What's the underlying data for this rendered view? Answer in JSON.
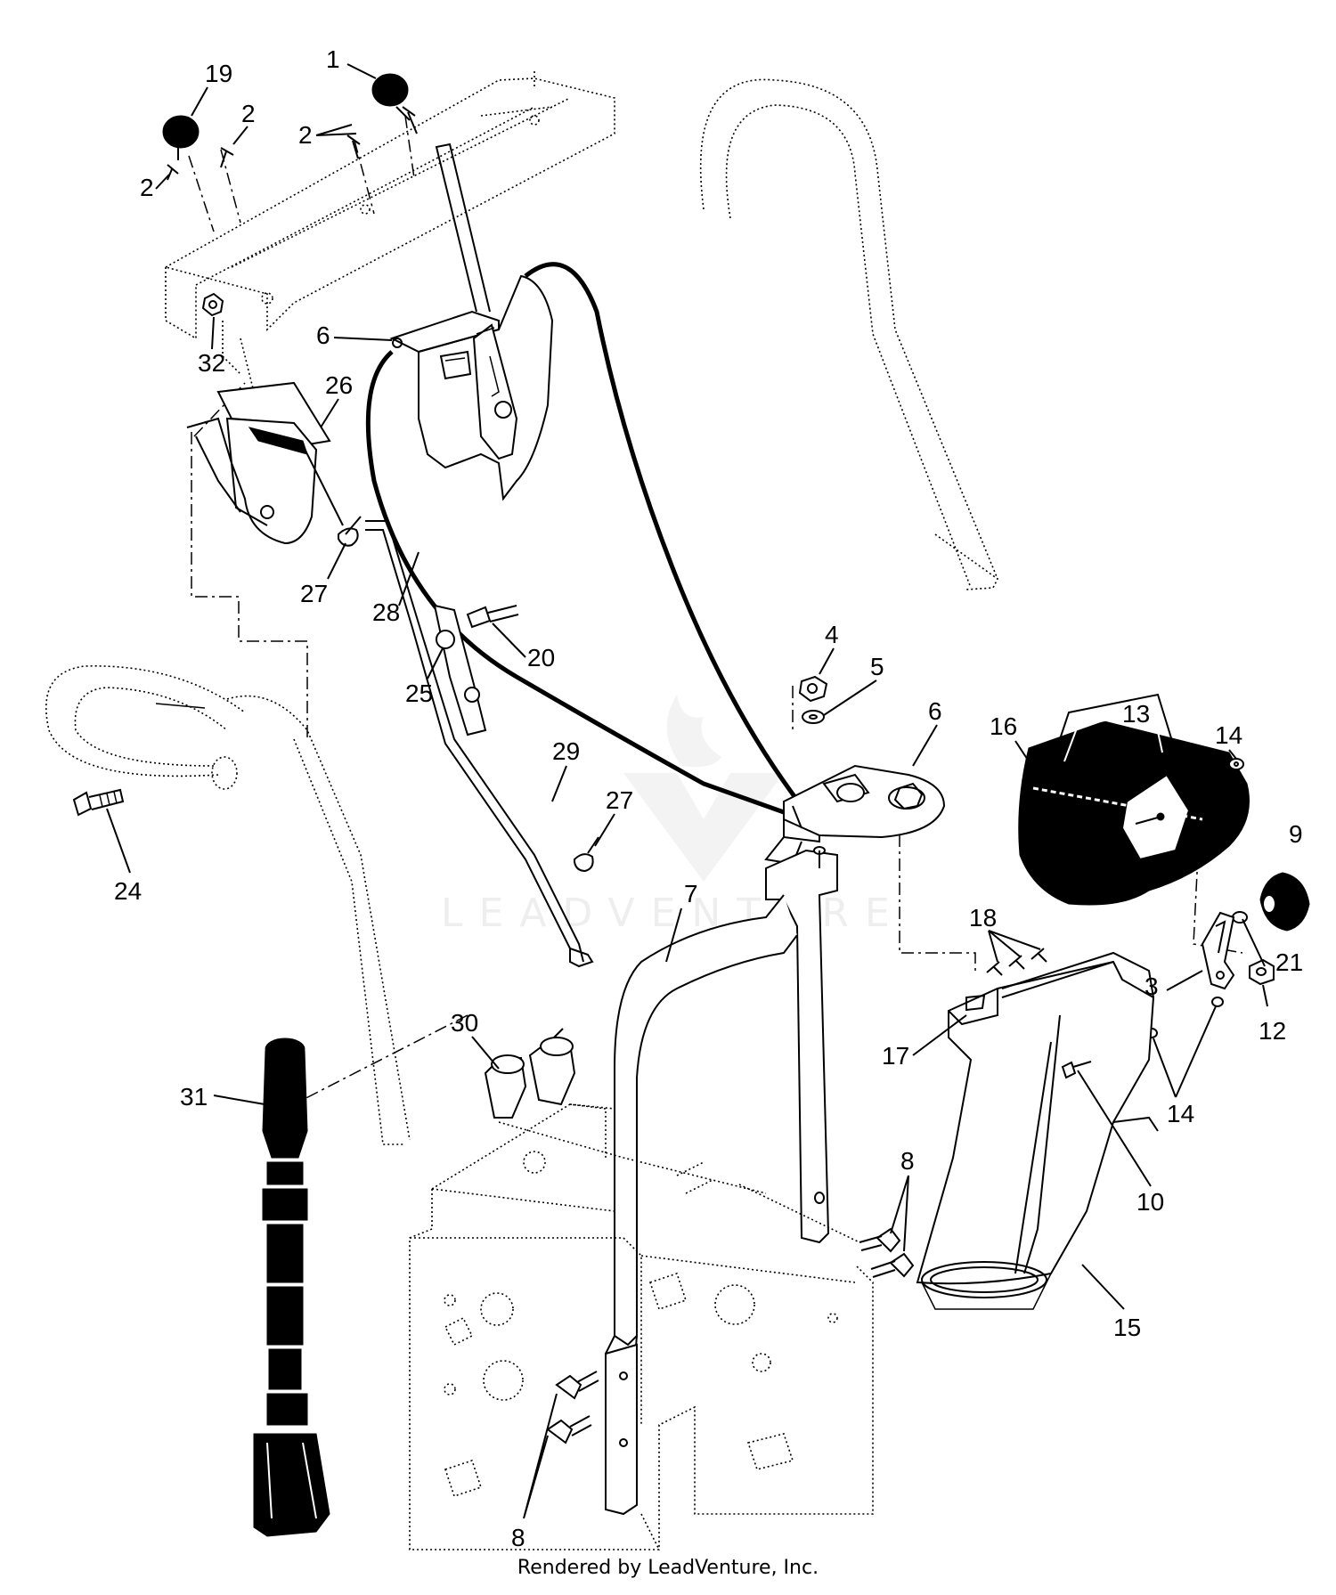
{
  "labels": [
    {
      "id": "p19",
      "text": "19"
    },
    {
      "id": "p1",
      "text": "1"
    },
    {
      "id": "p2a",
      "text": "2"
    },
    {
      "id": "p2b",
      "text": "2"
    },
    {
      "id": "p2c",
      "text": "2"
    },
    {
      "id": "p32",
      "text": "32"
    },
    {
      "id": "p6a",
      "text": "6"
    },
    {
      "id": "p26",
      "text": "26"
    },
    {
      "id": "p27a",
      "text": "27"
    },
    {
      "id": "p28",
      "text": "28"
    },
    {
      "id": "p20",
      "text": "20"
    },
    {
      "id": "p25",
      "text": "25"
    },
    {
      "id": "p4",
      "text": "4"
    },
    {
      "id": "p5",
      "text": "5"
    },
    {
      "id": "p6b",
      "text": "6"
    },
    {
      "id": "p16",
      "text": "16"
    },
    {
      "id": "p13",
      "text": "13"
    },
    {
      "id": "p14a",
      "text": "14"
    },
    {
      "id": "p9",
      "text": "9"
    },
    {
      "id": "p29",
      "text": "29"
    },
    {
      "id": "p27b",
      "text": "27"
    },
    {
      "id": "p24",
      "text": "24"
    },
    {
      "id": "p7",
      "text": "7"
    },
    {
      "id": "p18",
      "text": "18"
    },
    {
      "id": "p21",
      "text": "21"
    },
    {
      "id": "p3",
      "text": "3"
    },
    {
      "id": "p12",
      "text": "12"
    },
    {
      "id": "p17",
      "text": "17"
    },
    {
      "id": "p14b",
      "text": "14"
    },
    {
      "id": "p30",
      "text": "30"
    },
    {
      "id": "p31",
      "text": "31"
    },
    {
      "id": "p10",
      "text": "10"
    },
    {
      "id": "p8a",
      "text": "8"
    },
    {
      "id": "p15",
      "text": "15"
    },
    {
      "id": "p8b",
      "text": "8"
    }
  ],
  "watermark": {
    "text": "LEADVENTURE"
  },
  "footer": {
    "text": "Rendered by LeadVenture, Inc."
  }
}
